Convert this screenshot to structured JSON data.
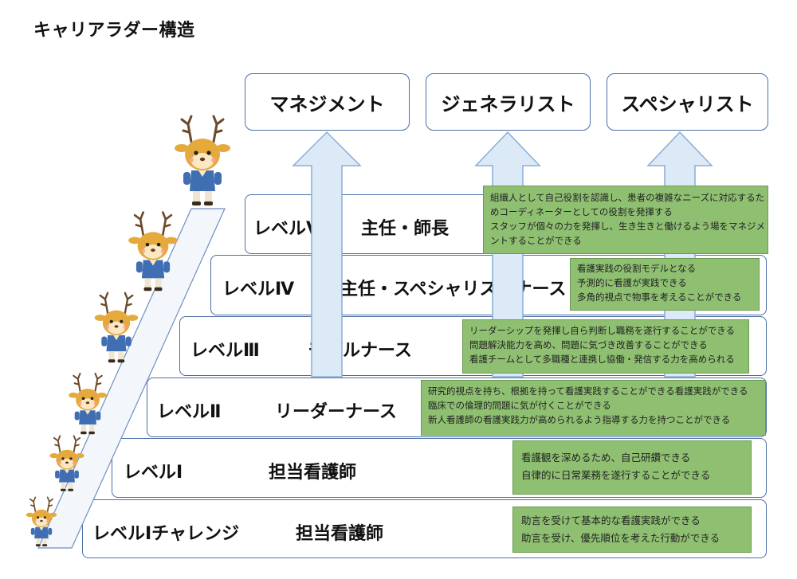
{
  "title": "キャリアラダー構造",
  "career_paths": [
    "マネジメント",
    "ジェネラリスト",
    "スペシャリスト"
  ],
  "levels": [
    {
      "name": "レベルⅤ",
      "role": "主任・師長",
      "descriptions": [
        "組織人として自己役割を認識し、患者の複雑なニーズに対応するた",
        "めコーディネーターとしての役割を発揮する",
        "スタッフが個々の力を発揮し、生き生きと働けるよう場をマネジメ",
        "ントすることができる"
      ]
    },
    {
      "name": "レベルⅣ",
      "role": "主任・スペシャリストナース",
      "descriptions": [
        "看護実践の役割モデルとなる",
        "予測的に看護が実践できる",
        "多角的視点で物事を考えることができる"
      ]
    },
    {
      "name": "レベルⅢ",
      "role": "モデルナース",
      "descriptions": [
        "リーダーシップを発揮し自ら判断し職務を遂行することができる",
        "問題解決能力を高め、問題に気づき改善することができる",
        "看護チームとして多職種と連携し協働・発信する力を高められる"
      ]
    },
    {
      "name": "レベルⅡ",
      "role": "リーダーナース",
      "descriptions": [
        "研究的視点を持ち、根拠を持って看護実践することができる看護実践ができる",
        "臨床での倫理的問題に気が付くことができる",
        "新人看護師の看護実践力が高められるよう指導する力を持つことができる"
      ]
    },
    {
      "name": "レベルⅠ",
      "role": "担当看護師",
      "descriptions": [
        "看護観を深めるため、自己研鑽できる",
        "自律的に日常業務を遂行することができる"
      ]
    },
    {
      "name": "レベルⅠチャレンジ",
      "role": "担当看護師",
      "descriptions": [
        "助言を受けて基本的な看護実践ができる",
        "助言を受け、優先順位を考えた行動ができる"
      ]
    }
  ],
  "colors": {
    "border": "#4a6fa5",
    "arrow_fill": "#dce9f7",
    "arrow_stroke": "#8aaed6",
    "desc_bg": "#8fc072",
    "deer": "#e6a93c",
    "uniform": "#3f6fb2"
  },
  "icons": [
    "deer-nurse-icon"
  ]
}
